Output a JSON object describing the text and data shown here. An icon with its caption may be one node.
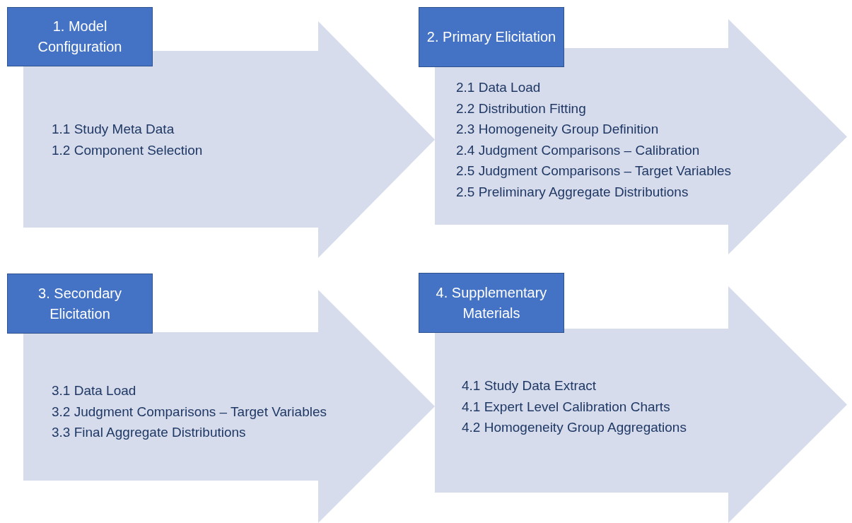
{
  "diagram": {
    "nodes": [
      {
        "text": [
          "1.1 Study Meta Data",
          "1.2 Component Selection"
        ]
      },
      {
        "text": [
          "1. Model Configuration"
        ]
      },
      {
        "text": [
          "2.1 Data Load",
          "2.2 Distribution Fitting",
          "2.3 Homogeneity Group Definition",
          "2.4 Judgment Comparisons – Calibration",
          "2.5 Judgment Comparisons – Target Variables",
          "2.5 Preliminary Aggregate Distributions"
        ]
      },
      {
        "text": [
          "2. Primary Elicitation"
        ]
      },
      {
        "text": [
          "3.1 Data Load",
          "3.2 Judgment Comparisons – Target Variables",
          "3.3 Final Aggregate Distributions"
        ]
      },
      {
        "text": [
          "3. Secondary Elicitation"
        ]
      },
      {
        "text": [
          "4.1 Study Data Extract",
          "4.1 Expert Level Calibration Charts",
          "4.2 Homogeneity Group Aggregations"
        ]
      },
      {
        "text": [
          "4. Supplementary Materials"
        ]
      }
    ],
    "edges": []
  }
}
